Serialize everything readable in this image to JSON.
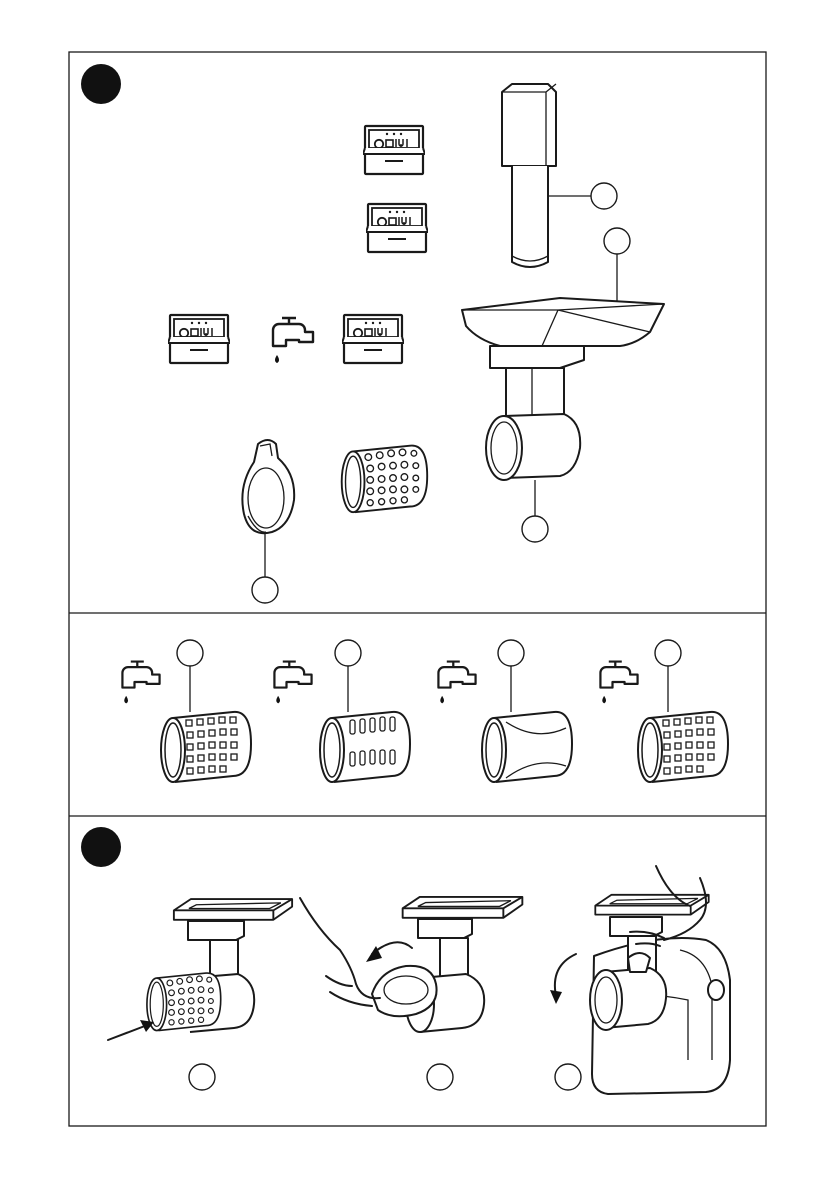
{
  "page": {
    "background": "#ffffff",
    "line_color": "#1a1a1a",
    "fill_gray": "#e6e6e6"
  },
  "sections": [
    {
      "id": "parts-cleaning",
      "step_marker": "filled-circle",
      "items": [
        "pusher",
        "feed-tube-housing",
        "drum-holder",
        "drums",
        "dishwasher-icon",
        "tap-icon"
      ]
    },
    {
      "id": "drum-rinsing",
      "items": [
        "tap-icon",
        "drum-fine-grater",
        "drum-slicer",
        "drum-smooth",
        "drum-coarse-grater"
      ]
    },
    {
      "id": "assembly",
      "step_marker": "filled-circle",
      "items": [
        "insert-drum",
        "attach-holder",
        "mount-on-machine"
      ]
    }
  ],
  "icons": [
    "dishwasher-icon",
    "tap-icon",
    "arrow-icon",
    "hand-icon"
  ]
}
